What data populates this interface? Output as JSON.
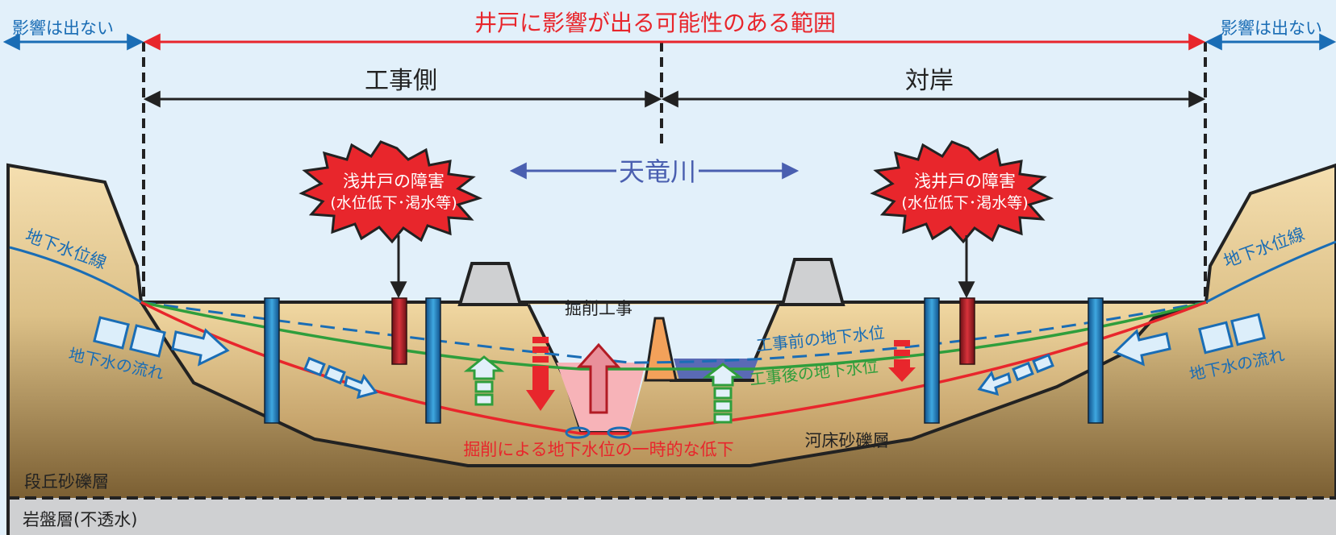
{
  "top": {
    "range_label": "井戸に影響が出る可能性のある範囲",
    "no_effect_left": "影響は出ない",
    "no_effect_right": "影響は出ない"
  },
  "zones": {
    "construction_side": "工事側",
    "opposite_bank": "対岸"
  },
  "river": {
    "name": "天竜川"
  },
  "burst": {
    "left": {
      "line1": "浅井戸の障害",
      "line2": "(水位低下･渇水等)"
    },
    "right": {
      "line1": "浅井戸の障害",
      "line2": "(水位低下･渇水等)"
    }
  },
  "labels": {
    "gw_line_left": "地下水位線",
    "gw_line_right": "地下水位線",
    "gw_flow_left": "地下水の流れ",
    "gw_flow_right": "地下水の流れ",
    "excavation": "掘削工事",
    "before_level": "工事前の地下水位",
    "after_level": "工事後の地下水位",
    "temp_drop": "掘削による地下水位の一時的な低下",
    "riverbed_layer": "河床砂礫層",
    "terrace_layer": "段丘砂礫層",
    "bedrock_layer": "岩盤層(不透水)"
  },
  "colors": {
    "sky": "#e2f0fa",
    "blue_text": "#1a6db5",
    "red": "#e8262c",
    "green": "#2f9e3c",
    "bedrock": "#cfd0d2",
    "soil_top": "#f2dcaa",
    "soil_bottom": "#7a5e32",
    "river_water": "#5a6ab5",
    "pink_zone": "#f7b3b8",
    "orange_cone": "#f3a15a"
  }
}
